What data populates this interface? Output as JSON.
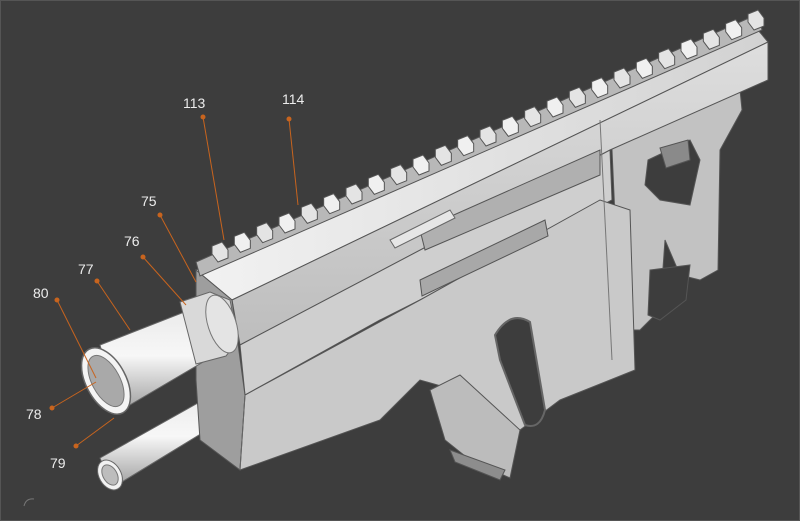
{
  "viewport": {
    "background_color": "#3d3d3d",
    "model_color": "#d6d6d6",
    "leader_color": "#c8641e"
  },
  "callouts": [
    {
      "id": "113",
      "label": "113"
    },
    {
      "id": "114",
      "label": "114"
    },
    {
      "id": "75",
      "label": "75"
    },
    {
      "id": "76",
      "label": "76"
    },
    {
      "id": "77",
      "label": "77"
    },
    {
      "id": "80",
      "label": "80"
    },
    {
      "id": "78",
      "label": "78"
    },
    {
      "id": "79",
      "label": "79"
    }
  ]
}
